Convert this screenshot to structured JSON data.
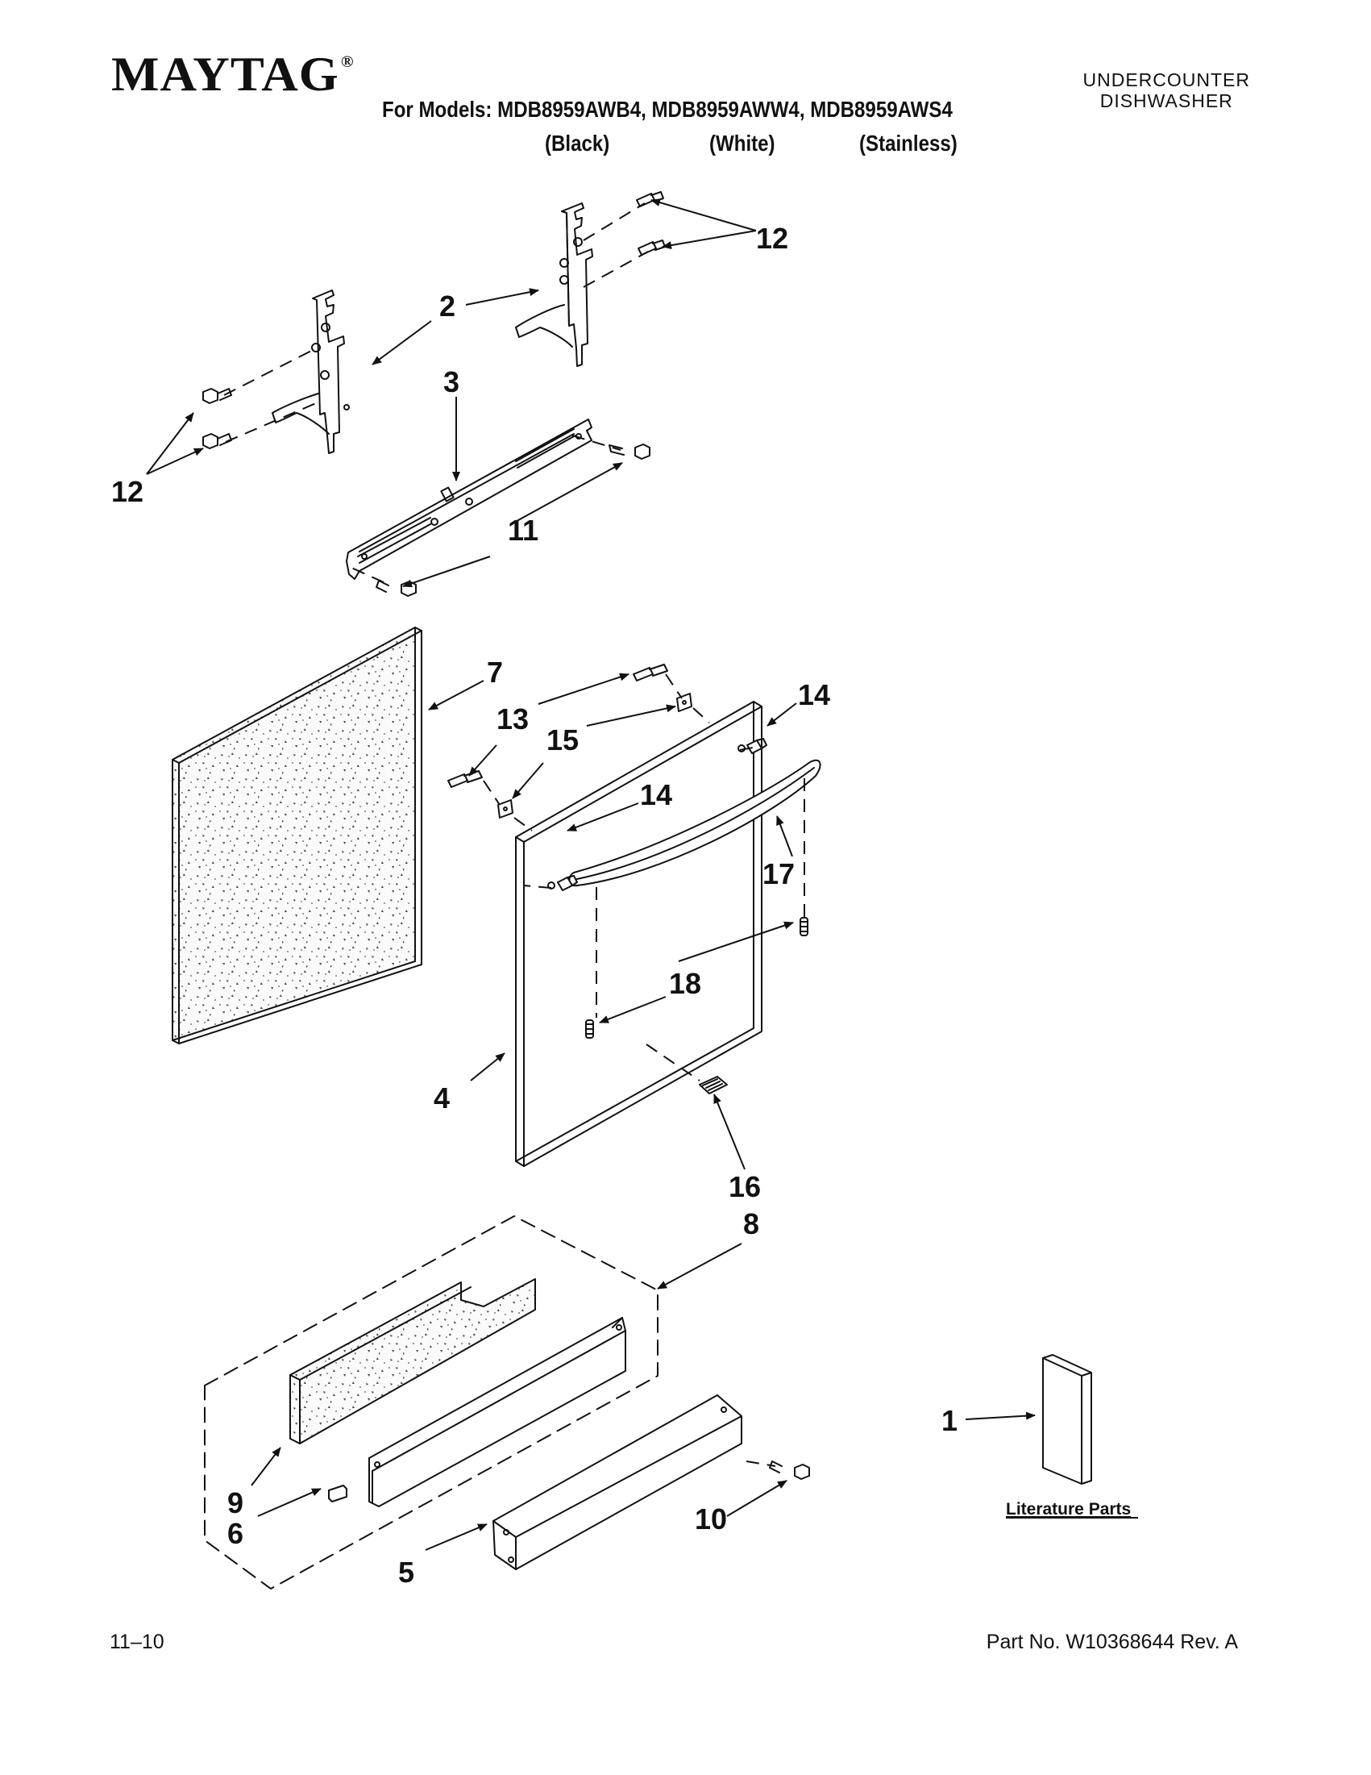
{
  "header": {
    "brand": "MAYTAG",
    "brand_mark": "®",
    "appliance_line1": "UNDERCOUNTER",
    "appliance_line2": "DISHWASHER",
    "models_line": "For Models: MDB8959AWB4, MDB8959AWW4, MDB8959AWS4",
    "color_black": "(Black)",
    "color_white": "(White)",
    "color_stainless": "(Stainless)"
  },
  "callouts": {
    "c1": "1",
    "c2": "2",
    "c3": "3",
    "c4": "4",
    "c5": "5",
    "c6": "6",
    "c7": "7",
    "c8": "8",
    "c9": "9",
    "c10": "10",
    "c11": "11",
    "c12a": "12",
    "c12b": "12",
    "c13": "13",
    "c14a": "14",
    "c14b": "14",
    "c15": "15",
    "c16": "16",
    "c17": "17",
    "c18": "18"
  },
  "literature_label": "Literature Parts",
  "footer": {
    "date_code": "11–10",
    "part_number": "Part No. W10368644 Rev. A"
  }
}
